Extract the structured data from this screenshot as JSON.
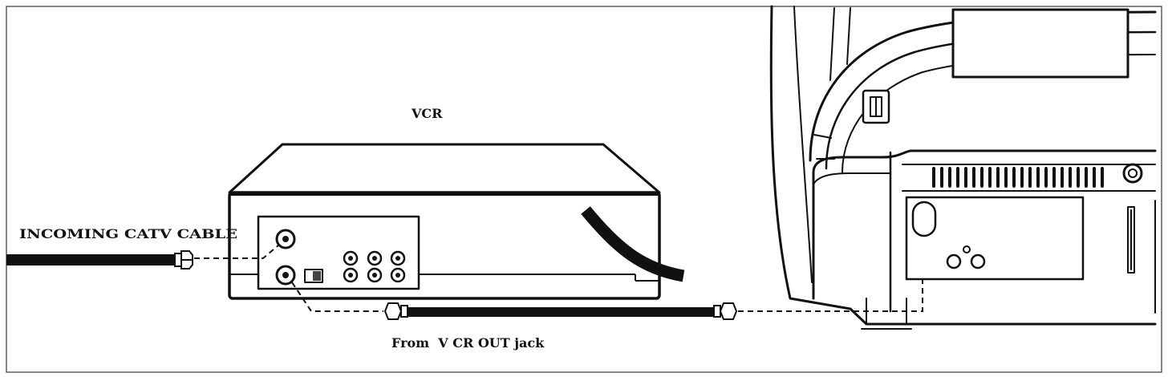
{
  "diagram": {
    "labels": {
      "vcr": "VCR",
      "incoming_cable": "INCOMING CATV CABLE",
      "from_vcr_out": "From  V CR OUT jack"
    },
    "colors": {
      "line": "#111111",
      "background": "#ffffff"
    },
    "icons": {
      "vcr": "vcr-unit",
      "tv": "tv-rear-view",
      "cable": "coaxial-cable",
      "connector": "f-connector"
    }
  }
}
